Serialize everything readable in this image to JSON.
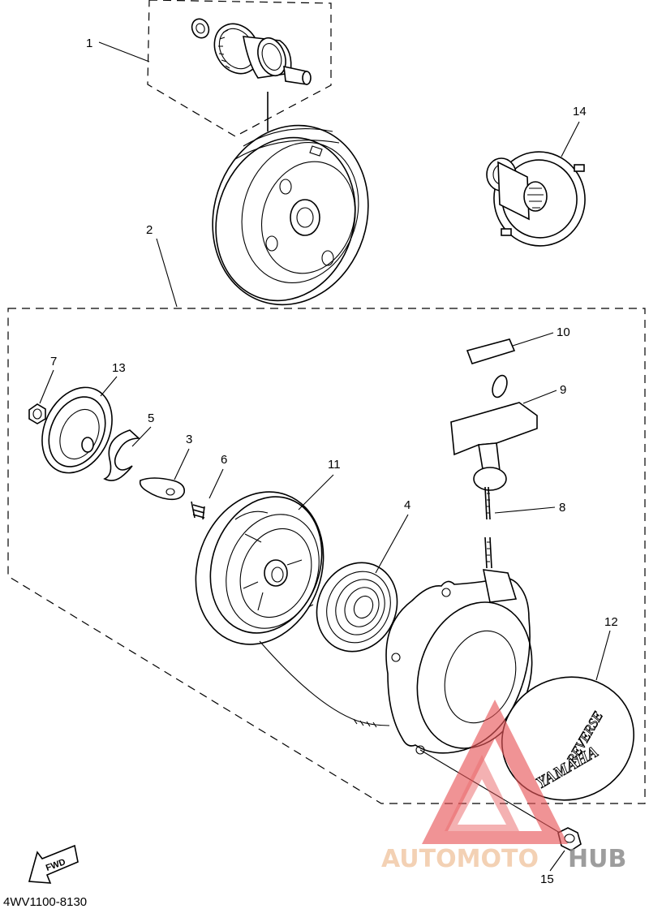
{
  "callouts": {
    "p1": "1",
    "p2": "2",
    "p3": "3",
    "p4": "4",
    "p5": "5",
    "p6": "6",
    "p7": "7",
    "p8": "8",
    "p9": "9",
    "p10": "10",
    "p11": "11",
    "p12": "12",
    "p13": "13",
    "p14": "14",
    "p15": "15"
  },
  "diagram_code": "4WV1100-8130",
  "fwd_label": "FWD",
  "emblem": {
    "word1": "REVERSE",
    "word2": "YAMAHA"
  },
  "watermark": {
    "part1": "AUTOMOTO",
    "part2": "HUB",
    "colors": {
      "triangle": "#e8575a",
      "auto": "#f2c9a8",
      "hub": "#8c8c8c"
    }
  }
}
